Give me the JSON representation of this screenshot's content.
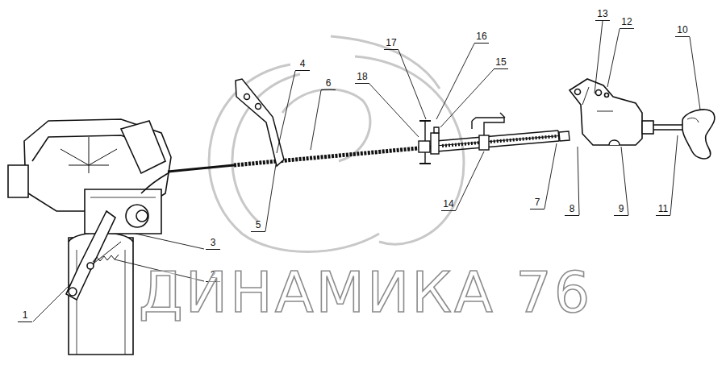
{
  "diagram": {
    "labels": [
      "1",
      "2",
      "3",
      "4",
      "5",
      "6",
      "7",
      "8",
      "9",
      "10",
      "11",
      "12",
      "13",
      "14",
      "15",
      "16",
      "17",
      "18",
      "ДИНАМИКА 76"
    ]
  }
}
